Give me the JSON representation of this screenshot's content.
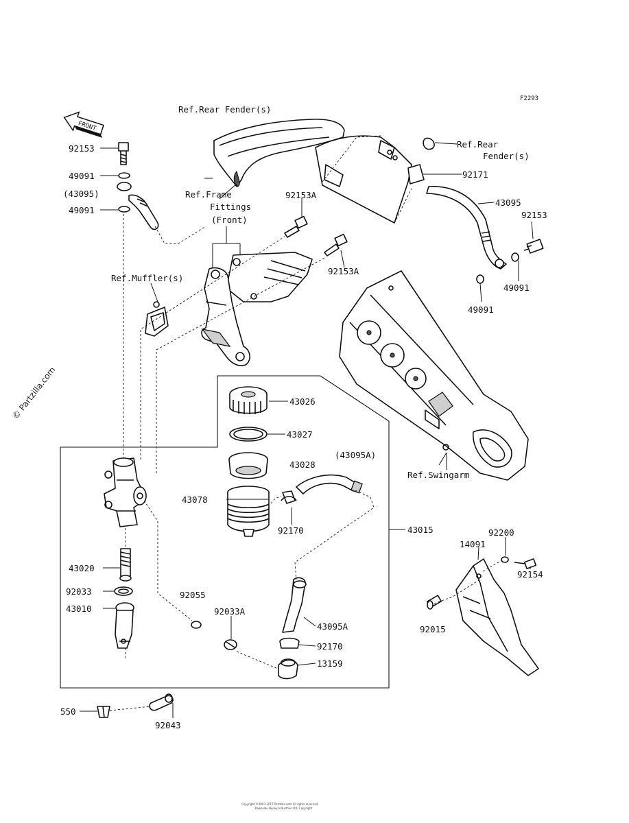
{
  "figure_code": "F2293",
  "watermark": "© Partzilla.com",
  "front_badge": "FRONT",
  "footer_lines": [
    "Copyright ©2003-2017 Partzilla.com All rights reserved",
    "Kawasaki Heavy Industries Ltd. Copyright"
  ],
  "labels": {
    "ref_rear_fender_1": "Ref.Rear Fender(s)",
    "ref_rear_2a": "Ref.Rear",
    "ref_rear_2b": "Fender(s)",
    "ref_frame_1": "Ref.Frame",
    "ref_frame_2": "Fittings",
    "ref_frame_3": "(Front)",
    "ref_muffler": "Ref.Muffler(s)",
    "ref_swingarm": "Ref.Swingarm",
    "p92153_left": "92153",
    "p49091_left_top": "49091",
    "p43095_left": "(43095)",
    "p49091_left_bot": "49091",
    "p92153A_top": "92153A",
    "p92153A_mid": "92153A",
    "p92171": "92171",
    "p43095_right": "43095",
    "p92153_right": "92153",
    "p49091_right_a": "49091",
    "p49091_right_b": "49091",
    "p43026": "43026",
    "p43027": "43027",
    "p43028": "43028",
    "p43095A_top": "(43095A)",
    "p43078": "43078",
    "p92170_top": "92170",
    "p43015": "43015",
    "p43020": "43020",
    "p92033": "92033",
    "p43010": "43010",
    "p92055": "92055",
    "p92033A": "92033A",
    "p43095A": "43095A",
    "p92170_bot": "92170",
    "p13159": "13159",
    "p550": "550",
    "p92043": "92043",
    "p92200": "92200",
    "p14091": "14091",
    "p92154": "92154",
    "p92015": "92015"
  },
  "colors": {
    "line": "#111111",
    "background": "#ffffff",
    "shade": "#cfcfcf"
  }
}
